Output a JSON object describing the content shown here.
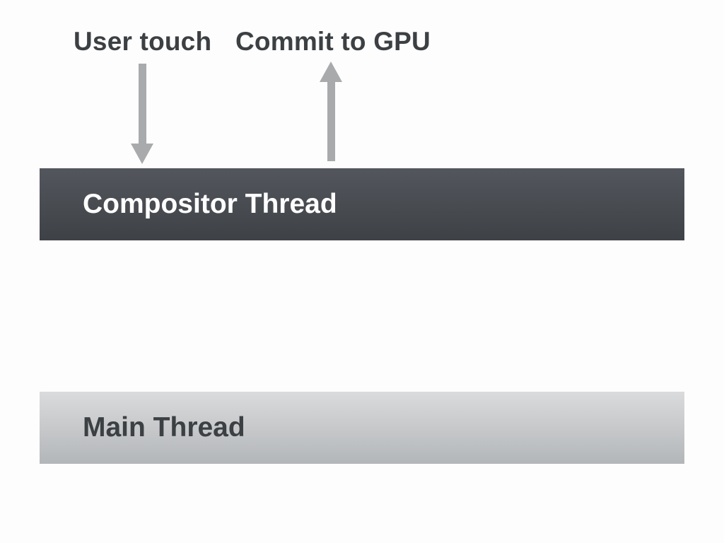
{
  "diagram": {
    "title_labels": {
      "user_touch": "User touch",
      "commit_to_gpu": "Commit to GPU"
    },
    "arrows": [
      {
        "name": "user-touch-arrow",
        "direction": "down",
        "from": "User touch label",
        "to": "Compositor Thread"
      },
      {
        "name": "commit-arrow",
        "direction": "up",
        "from": "Compositor Thread",
        "to": "Commit to GPU label"
      }
    ],
    "bars": {
      "compositor": {
        "label": "Compositor Thread"
      },
      "main": {
        "label": "Main Thread"
      }
    }
  },
  "colors": {
    "background": "#fdfdfd",
    "label_text": "#3c4043",
    "arrow": "#a8aaab",
    "compositor_top": "#53575d",
    "compositor_bottom": "#3e4247",
    "compositor_text": "#ffffff",
    "main_top": "#dadbdc",
    "main_bottom": "#b3b6b9",
    "main_text": "#3c4043"
  }
}
